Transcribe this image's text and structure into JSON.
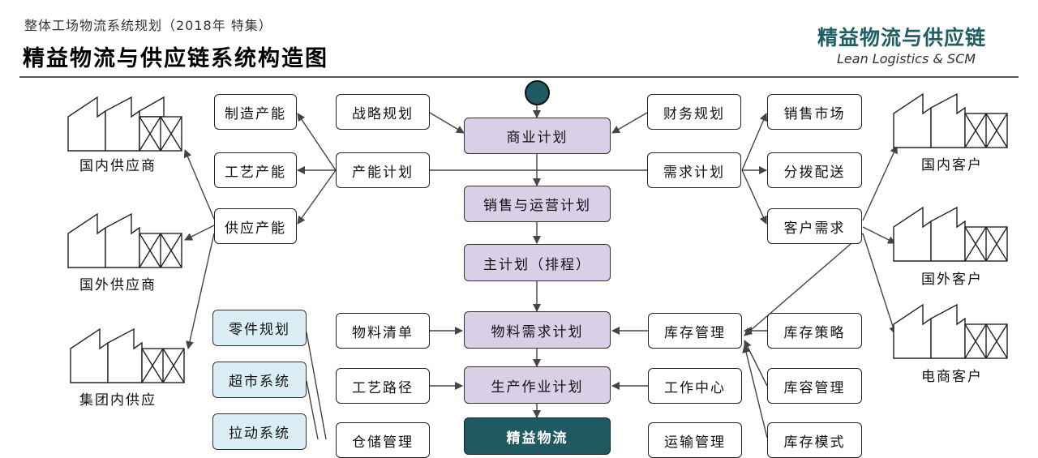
{
  "header": {
    "subtitle": "整体工场物流系统规划（2018年 特集）",
    "title": "精益物流与供应链系统构造图",
    "brand_cn": "精益物流与供应链",
    "brand_en": "Lean Logistics & SCM"
  },
  "colors": {
    "core_fill": "#d9cfe6",
    "blue_fill": "#dceef5",
    "dark_fill": "#1f5962",
    "brand": "#1f5f66"
  },
  "core": {
    "business_plan": "商业计划",
    "sop": "销售与运营计划",
    "mps": "主计划（排程）",
    "mrp": "物料需求计划",
    "production_plan": "生产作业计划",
    "lean_logistics": "精益物流"
  },
  "left_inner": {
    "strategy": "战略规划",
    "capacity_plan": "产能计划",
    "bom": "物料清单",
    "routing": "工艺路径",
    "warehouse": "仓储管理"
  },
  "left_outer": {
    "manufacturing_capacity": "制造产能",
    "process_capacity": "工艺产能",
    "supply_capacity": "供应产能",
    "parts_planning": "零件规划",
    "supermarket": "超市系统",
    "pull_system": "拉动系统"
  },
  "suppliers": {
    "domestic": "国内供应商",
    "foreign": "国外供应商",
    "group": "集团内供应"
  },
  "right_inner": {
    "financial_plan": "财务规划",
    "demand_plan": "需求计划",
    "inventory_mgmt": "库存管理",
    "work_center": "工作中心",
    "transport_mgmt": "运输管理"
  },
  "right_outer": {
    "sales_market": "销售市场",
    "distribution": "分拨配送",
    "customer_demand": "客户需求",
    "inventory_strategy": "库存策略",
    "storage_capacity": "库容管理",
    "inventory_mode": "库存模式"
  },
  "customers": {
    "domestic": "国内客户",
    "foreign": "国外客户",
    "ecommerce": "电商客户"
  }
}
